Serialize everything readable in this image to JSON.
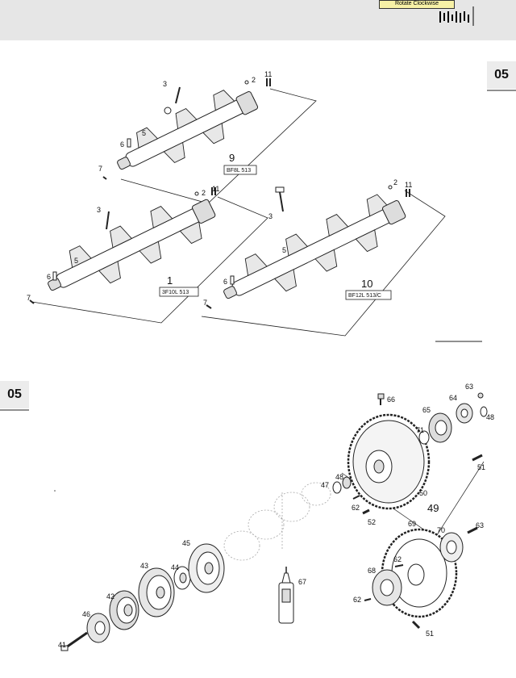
{
  "header": {
    "rotate_label": "Rotate Clockwise",
    "logo": "barcode-logo"
  },
  "section_tabs": [
    "05",
    "05"
  ],
  "crankshafts": [
    {
      "callout": "9",
      "engine_code": "BF8L 513",
      "parts": [
        "3",
        "2",
        "11",
        "5",
        "6",
        "7"
      ]
    },
    {
      "callout": "1",
      "engine_code": "3F10L 513",
      "parts": [
        "3",
        "2",
        "11",
        "5",
        "6",
        "7"
      ]
    },
    {
      "callout": "10",
      "engine_code": "BF12L 513/C",
      "parts": [
        "3",
        "2",
        "11",
        "5",
        "6",
        "7"
      ]
    }
  ],
  "front_assembly_parts": [
    "41",
    "46",
    "42",
    "43",
    "44",
    "45",
    "67"
  ],
  "flywheel_parts": [
    "66",
    "65",
    "64",
    "63",
    "48",
    "71",
    "51",
    "47",
    "48",
    "62",
    "52",
    "50",
    "49"
  ],
  "ring_gear_parts": [
    "69",
    "70",
    "63",
    "68",
    "62",
    "62",
    "51"
  ]
}
